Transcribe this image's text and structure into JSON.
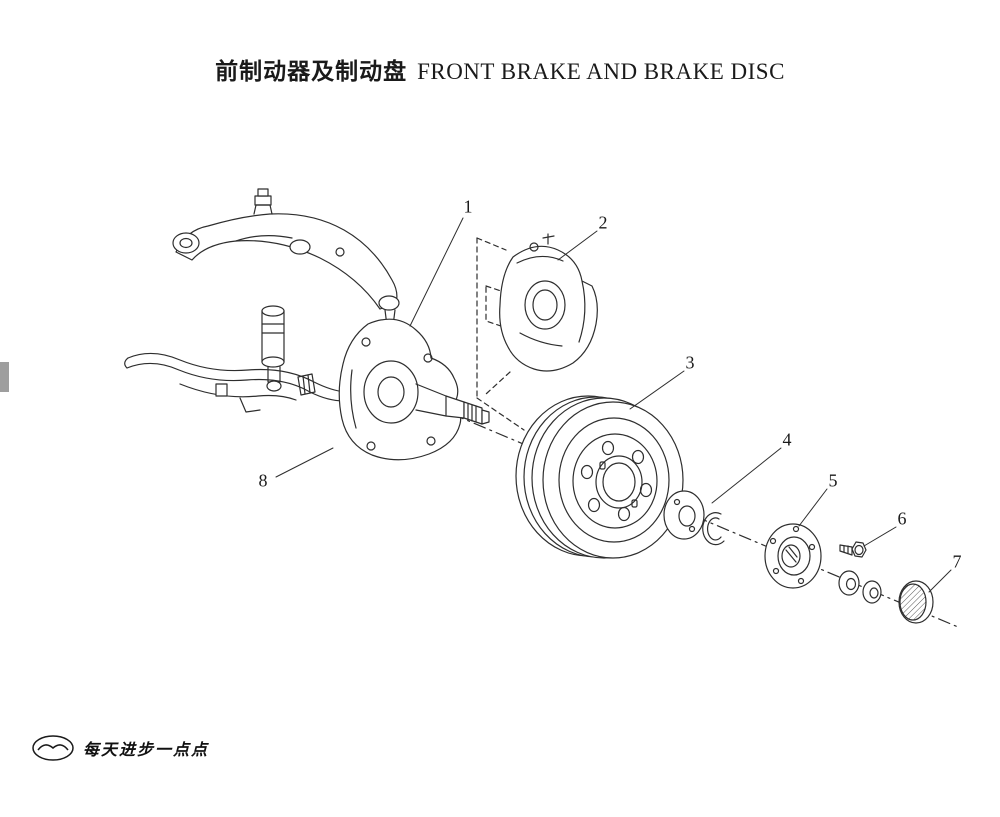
{
  "title": {
    "cn": "前制动器及制动盘",
    "en": "FRONT BRAKE AND BRAKE DISC"
  },
  "callouts": [
    {
      "num": "1"
    },
    {
      "num": "2"
    },
    {
      "num": "3"
    },
    {
      "num": "4"
    },
    {
      "num": "5"
    },
    {
      "num": "6"
    },
    {
      "num": "7"
    },
    {
      "num": "8"
    }
  ],
  "footer": {
    "slogan": "每天进步一点点"
  },
  "colors": {
    "line": "#2e2e2e",
    "background": "#ffffff",
    "side_tab": "#9e9e9e"
  }
}
